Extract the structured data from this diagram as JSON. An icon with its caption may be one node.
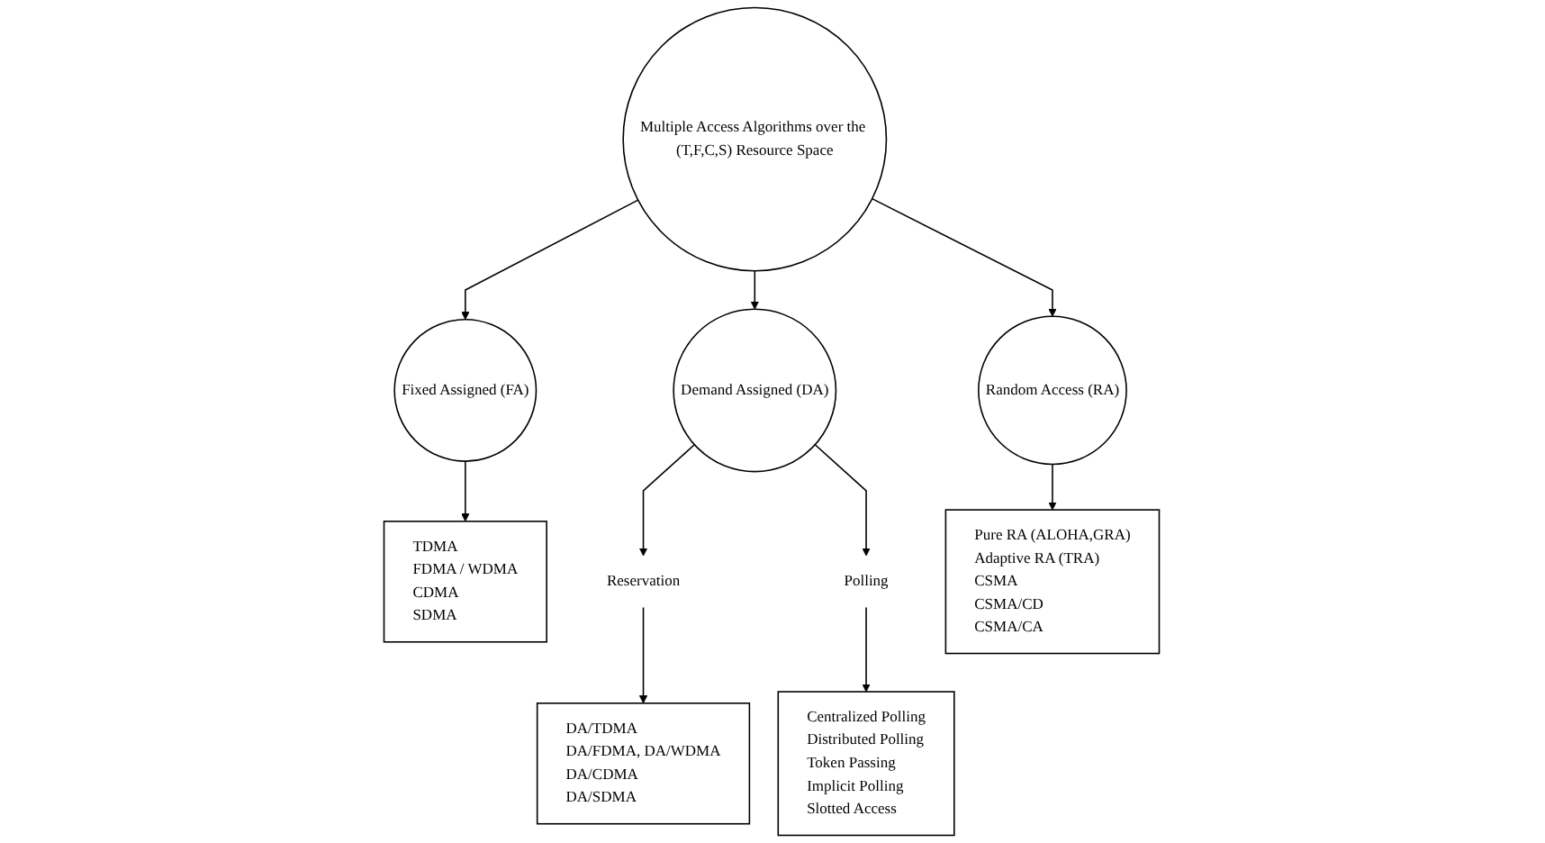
{
  "diagram": {
    "nodes": [
      {
        "text": [
          "Multiple Access Algorithms over the (T,F,C,S) Resource Space"
        ]
      },
      {
        "text": [
          "Fixed Assigned (FA)"
        ]
      },
      {
        "text": [
          "Demand Assigned (DA)"
        ]
      },
      {
        "text": [
          "Random Access (RA)"
        ]
      },
      {
        "text": [
          "TDMA",
          "FDMA / WDMA",
          "CDMA",
          "SDMA"
        ]
      },
      {
        "text": [
          "Reservation"
        ]
      },
      {
        "text": [
          "Polling"
        ]
      },
      {
        "text": [
          "DA/TDMA",
          "DA/FDMA, DA/WDMA",
          "DA/CDMA",
          "DA/SDMA"
        ]
      },
      {
        "text": [
          "Centralized Polling",
          "Distributed Polling",
          "Token Passing",
          "Implicit Polling",
          "Slotted Access"
        ]
      },
      {
        "text": [
          "Pure RA (ALOHA,GRA)",
          "Adaptive RA (TRA)",
          "CSMA",
          "CSMA/CD",
          "CSMA/CA"
        ]
      }
    ],
    "edges": [
      {
        "from": 0,
        "to": 1,
        "arrow": "to"
      },
      {
        "from": 0,
        "to": 2,
        "arrow": "to"
      },
      {
        "from": 0,
        "to": 3,
        "arrow": "to"
      },
      {
        "from": 1,
        "to": 4,
        "arrow": "to"
      },
      {
        "from": 2,
        "to": 5,
        "arrow": "to"
      },
      {
        "from": 2,
        "to": 6,
        "arrow": "to"
      },
      {
        "from": 5,
        "to": 7,
        "arrow": "to"
      },
      {
        "from": 6,
        "to": 8,
        "arrow": "to"
      },
      {
        "from": 3,
        "to": 9,
        "arrow": "to"
      }
    ]
  }
}
